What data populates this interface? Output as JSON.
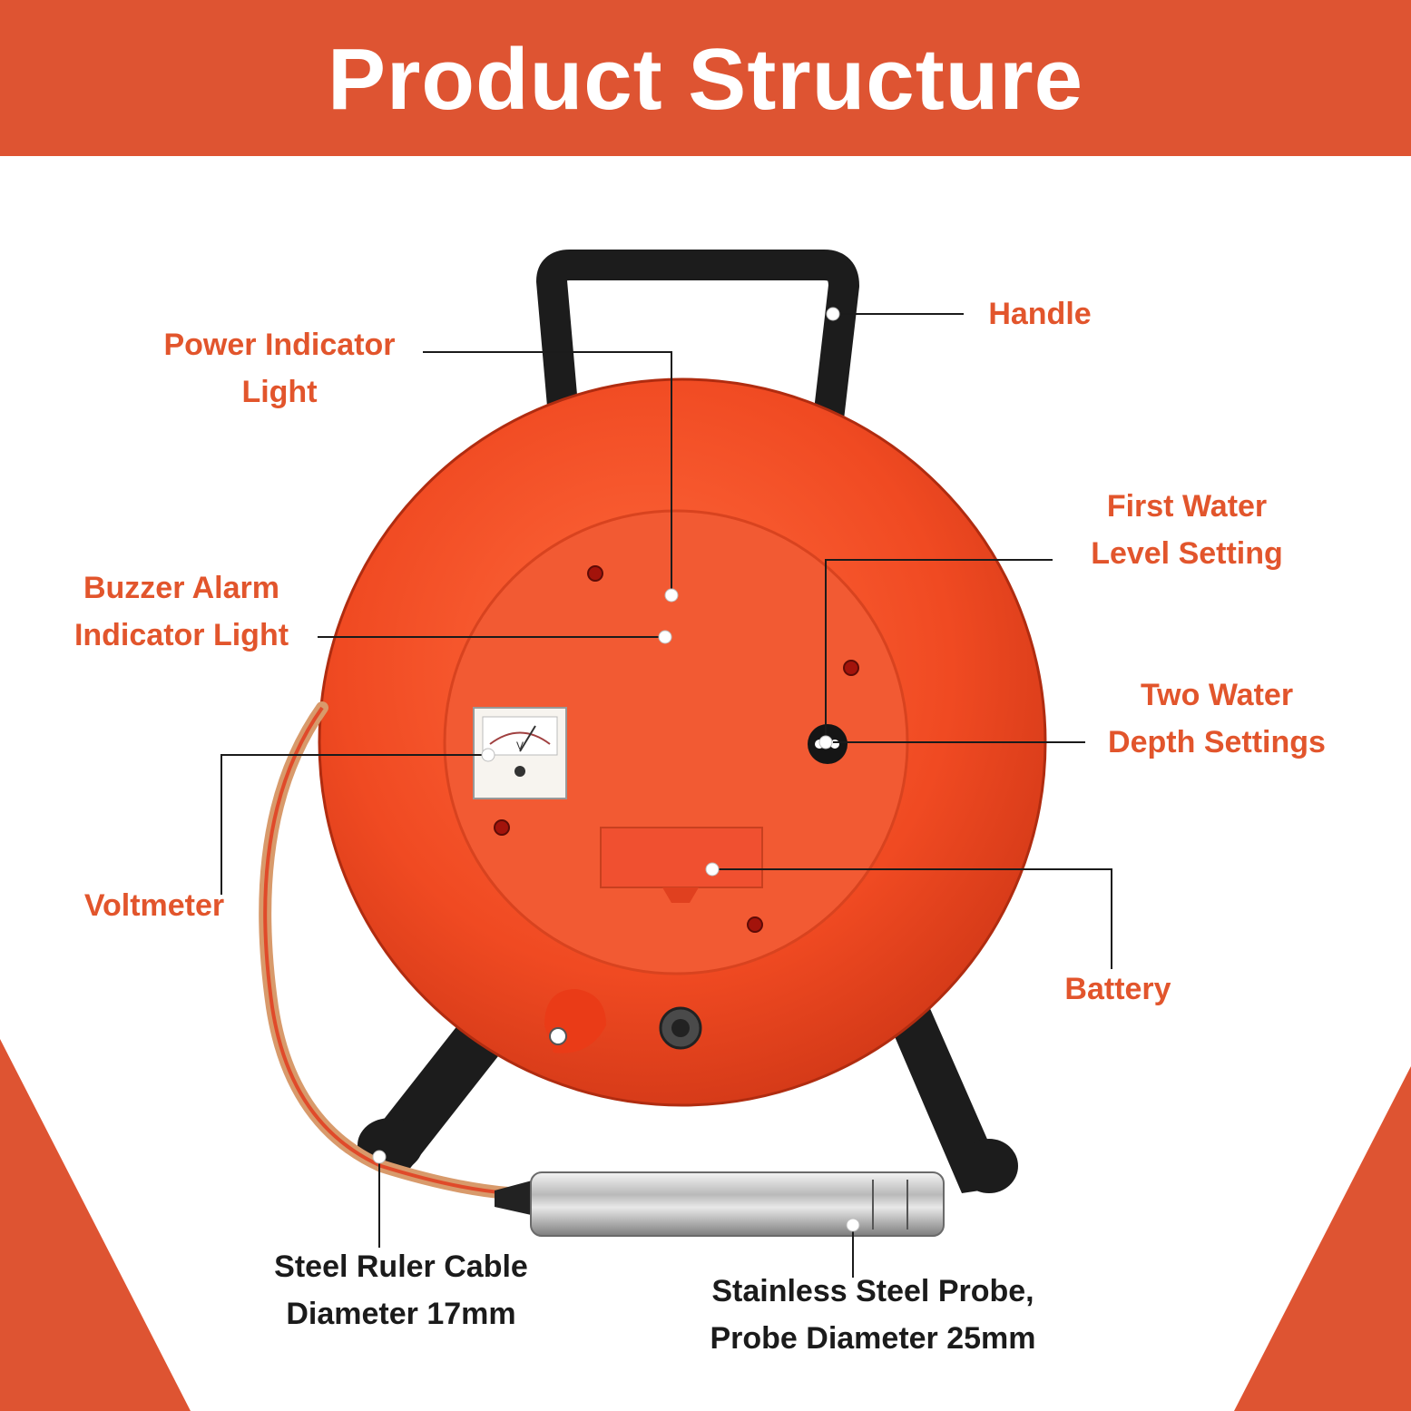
{
  "header": {
    "title": "Product Structure"
  },
  "colors": {
    "banner": "#de5432",
    "accent_text": "#e2552c",
    "dark_text": "#1b1b1b",
    "reel": "#f04a22",
    "frame": "#1c1c1c"
  },
  "labels": {
    "handle": [
      "Handle"
    ],
    "power_indicator": [
      "Power Indicator",
      "Light"
    ],
    "buzzer_alarm": [
      "Buzzer Alarm",
      "Indicator Light"
    ],
    "first_water_level": [
      "First Water",
      "Level Setting"
    ],
    "two_water_depth": [
      "Two Water",
      "Depth Settings"
    ],
    "voltmeter": [
      "Voltmeter"
    ],
    "battery": [
      "Battery"
    ],
    "steel_ruler_cable": [
      "Steel Ruler Cable",
      "Diameter 17mm"
    ],
    "stainless_probe": [
      "Stainless Steel Probe,",
      "Probe Diameter 25mm"
    ]
  },
  "voltmeter_glyph": "V"
}
